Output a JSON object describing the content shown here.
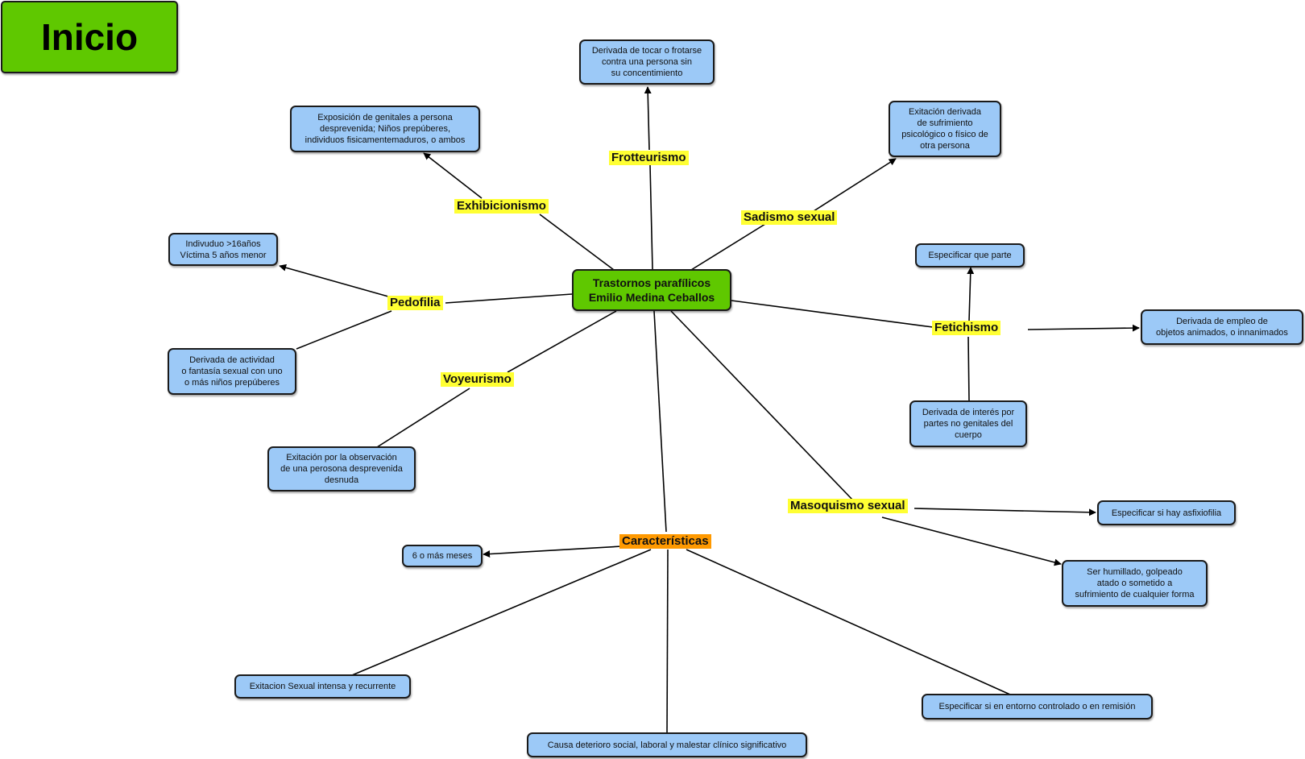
{
  "inicio_label": "Inicio",
  "colors": {
    "concept_fill": "#9cc9f7",
    "center_fill": "#5fc800",
    "link_label_fill": "#ffff33",
    "characteristics_fill": "#ff9900"
  },
  "center": {
    "text": "Trastornos parafílicos\nEmilio Medina Ceballos"
  },
  "links": {
    "frotteurismo": "Frotteurismo",
    "exhibicionismo": "Exhibicionismo",
    "sadismo": "Sadismo sexual",
    "pedofilia": "Pedofilia",
    "fetichismo": "Fetichismo",
    "voyeurismo": "Voyeurismo",
    "masoquismo": "Masoquismo sexual",
    "caracteristicas": "Características"
  },
  "concepts": {
    "frotteurismo_def": "Derivada de tocar o frotarse\ncontra una persona sin\nsu concentimiento",
    "exhibicionismo_def": "Exposición de genitales a persona\ndesprevenida; Niños prepúberes,\nindividuos fisicamentemaduros, o ambos",
    "sadismo_def": "Exitación derivada\nde sufrimiento\npsicológico o físico de\notra persona",
    "pedofilia_edad": "Indivuduo >16años\nVíctima 5 años menor",
    "pedofilia_def": "Derivada de actividad\no fantasía sexual con uno\no más niños prepúberes",
    "fetichismo_parte": "Especificar que parte",
    "fetichismo_objetos": "Derivada de empleo de\nobjetos animados, o innanimados",
    "fetichismo_partes_cuerpo": "Derivada de interés por\npartes no genitales del\ncuerpo",
    "voyeurismo_def": "Exitación por la observación\nde una perosona desprevenida\ndesnuda",
    "masoquismo_asfixiofilia": "Especificar si hay asfixiofilia",
    "masoquismo_def": "Ser humillado, golpeado\natado o sometido a\nsufrimiento de cualquier forma",
    "carac_meses": "6 o más meses",
    "carac_exitacion": "Exitacion Sexual intensa y recurrente",
    "carac_deterioro": "Causa deterioro social, laboral y malestar clínico significativo",
    "carac_entorno": "Especificar si en entorno controlado o en remisión"
  }
}
